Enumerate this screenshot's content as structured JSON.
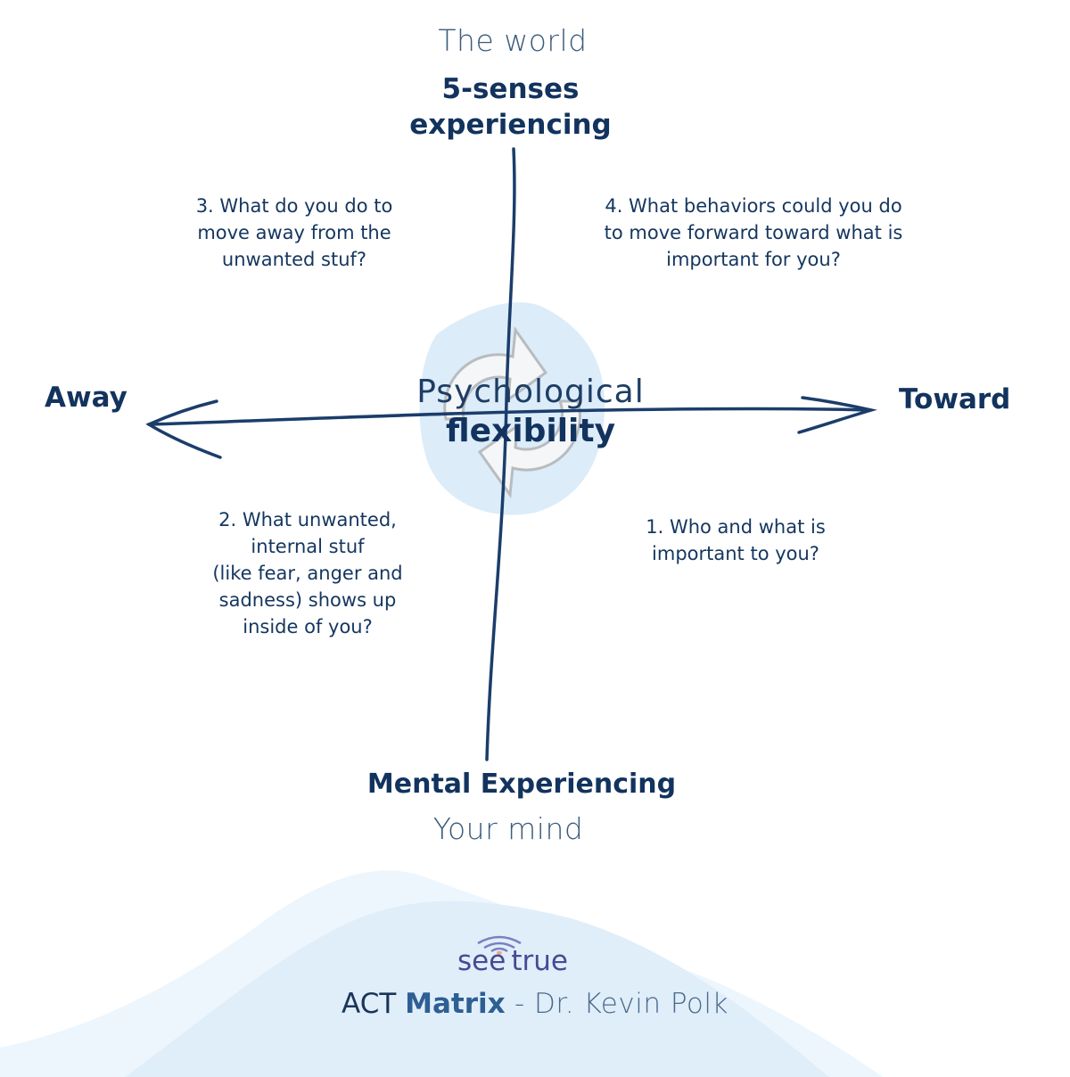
{
  "top": {
    "subtitle": "The world",
    "title_line1": "5-senses",
    "title_line2": "experiencing"
  },
  "bottom": {
    "title": "Mental Experiencing",
    "subtitle": "Your mind"
  },
  "left_label": "Away",
  "right_label": "Toward",
  "center": {
    "line1": "Psychological",
    "line2": "flexibility",
    "icon": "refresh-cycle-icon"
  },
  "quadrants": {
    "q3": [
      "3. What do you do to",
      "move away from the",
      "unwanted stuf?"
    ],
    "q4": [
      "4. What behaviors could you do",
      "to move forward toward what is",
      "important for you?"
    ],
    "q2": [
      "2. What unwanted,",
      "internal stuf",
      "(like fear, anger and",
      "sadness) shows up",
      "inside of you?"
    ],
    "q1": [
      "1. Who and what is",
      "important to you?"
    ]
  },
  "footer": {
    "logo_see": "see",
    "logo_true": "true",
    "logo_icon": "wifi-signal-icon",
    "act": "ACT",
    "matrix": "Matrix",
    "author": " - Dr. Kevin Polk"
  },
  "colors": {
    "navy": "#12335e",
    "accent_blue": "#2d5f93",
    "light_blue": "#ddeefa",
    "logo_purple": "#5b5ea8",
    "logo_heart": "#f0a77e"
  }
}
